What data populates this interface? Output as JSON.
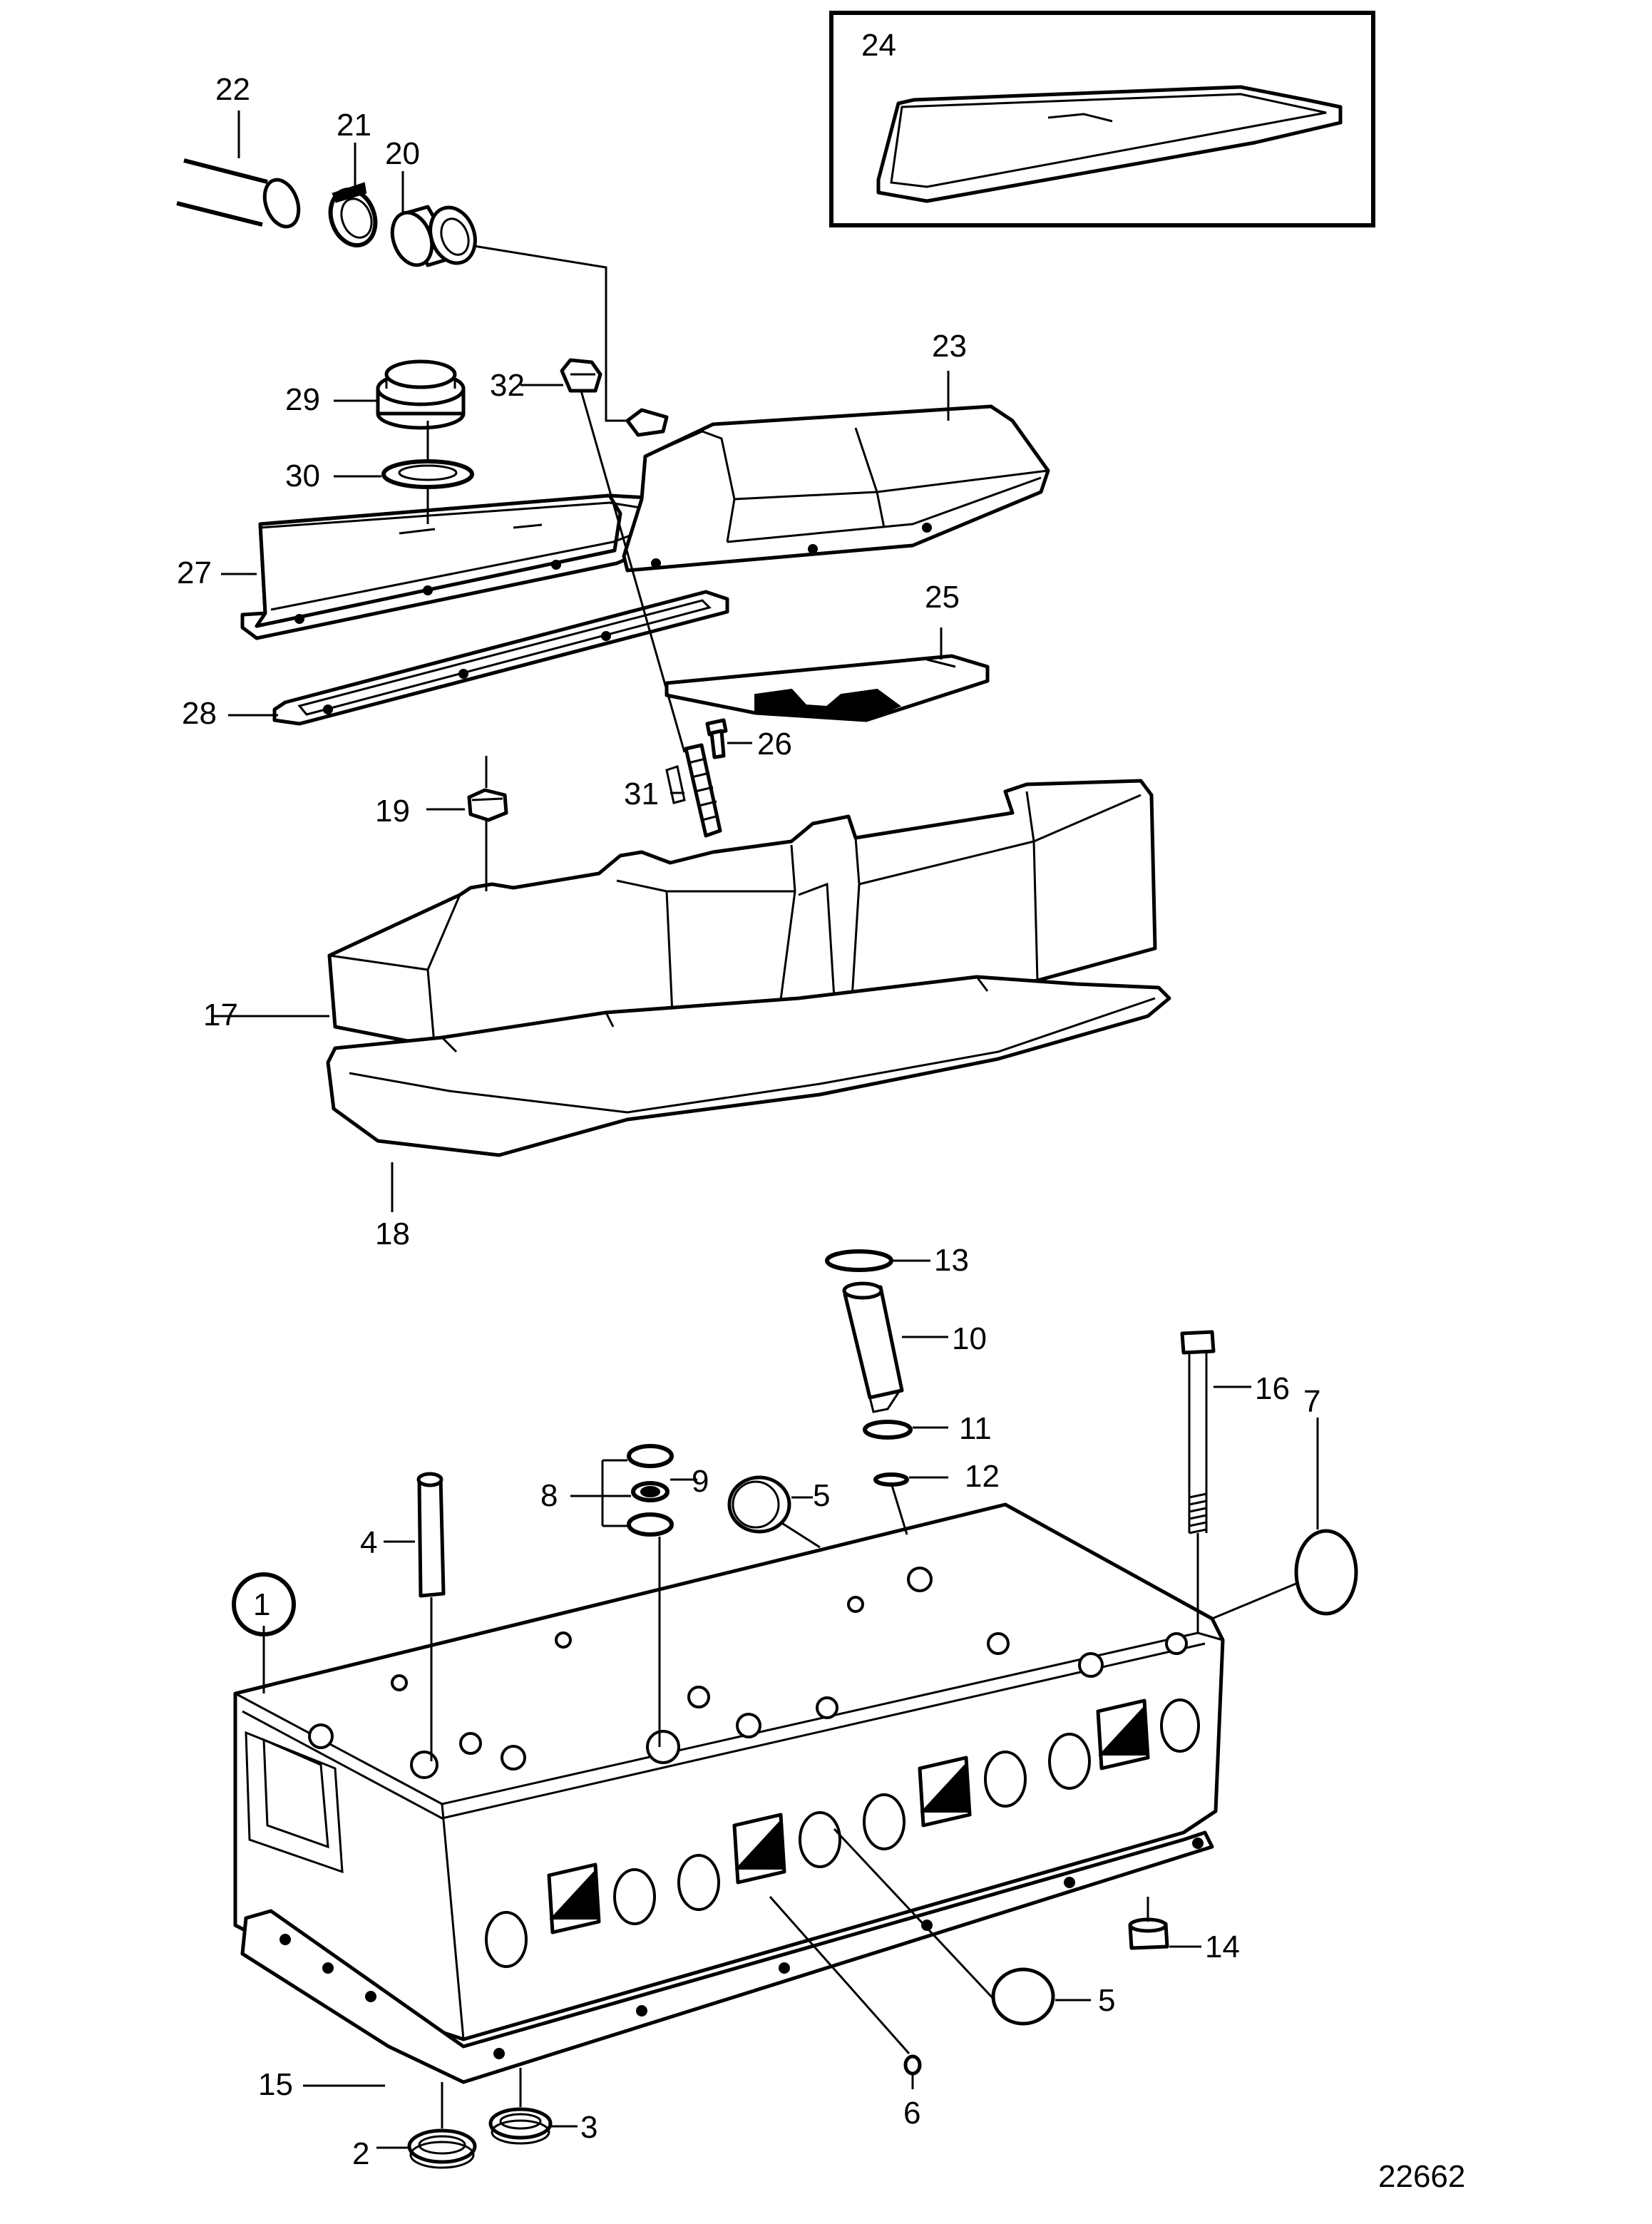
{
  "callouts": {
    "c1": "1",
    "c2": "2",
    "c3": "3",
    "c4": "4",
    "c5a": "5",
    "c5b": "5",
    "c6": "6",
    "c7": "7",
    "c8": "8",
    "c9": "9",
    "c10": "10",
    "c11": "11",
    "c12": "12",
    "c13": "13",
    "c14": "14",
    "c15": "15",
    "c16": "16",
    "c17": "17",
    "c18": "18",
    "c19": "19",
    "c20": "20",
    "c21": "21",
    "c22": "22",
    "c23": "23",
    "c24": "24",
    "c25": "25",
    "c26": "26",
    "c27": "27",
    "c28": "28",
    "c29": "29",
    "c30": "30",
    "c31": "31",
    "c32": "32"
  },
  "drawing_number": "22662"
}
